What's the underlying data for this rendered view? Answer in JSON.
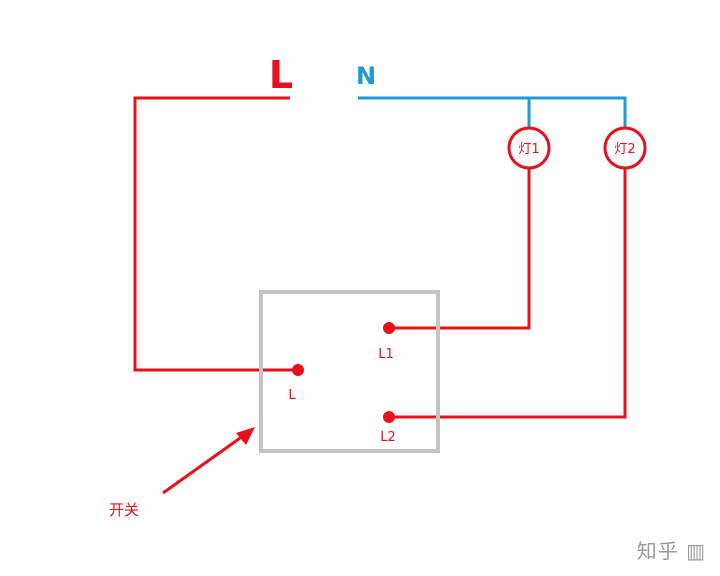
{
  "labels": {
    "live": "L",
    "neutral": "N",
    "lamp1": "灯1",
    "lamp2": "灯2",
    "terminal_l": "L",
    "terminal_l1": "L1",
    "terminal_l2": "L2",
    "switch": "开关"
  },
  "watermark": "知乎",
  "colors": {
    "live_wire": "#e8101a",
    "neutral_wire": "#1e9ad6",
    "switch_box": "#c4c4c4",
    "background": "#ffffff"
  }
}
